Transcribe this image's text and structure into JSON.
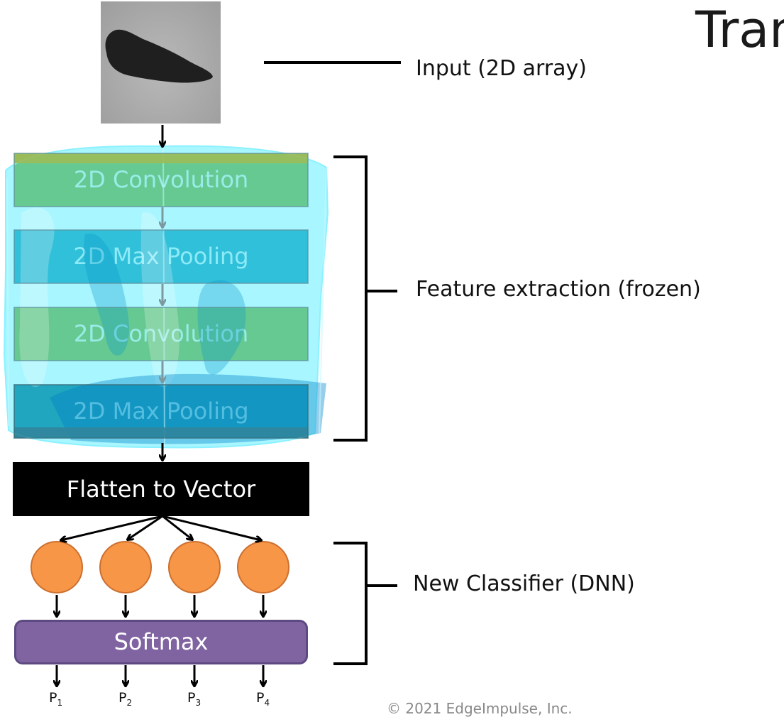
{
  "title": "Tran",
  "input_label": "Input (2D array)",
  "feature_label": "Feature extraction (frozen)",
  "classifier_label": "New Classifier (DNN)",
  "layers": [
    {
      "label": "2D Convolution",
      "color": "#9bbb59"
    },
    {
      "label": "2D Max Pooling",
      "color": "#4bacc6"
    },
    {
      "label": "2D Convolution",
      "color": "#9bbb59"
    },
    {
      "label": "2D Max Pooling",
      "color": "#31859c"
    }
  ],
  "flatten_label": "Flatten to Vector",
  "softmax_label": "Softmax",
  "outputs": [
    {
      "base": "P",
      "sub": "1"
    },
    {
      "base": "P",
      "sub": "2"
    },
    {
      "base": "P",
      "sub": "3"
    },
    {
      "base": "P",
      "sub": "4"
    }
  ],
  "neuron_count": 4,
  "colors": {
    "neuron": "#f79646",
    "softmax": "#8064a2",
    "ice_overlay": "#00e5ff",
    "flatten": "#000000"
  },
  "copyright": "© 2021 EdgeImpulse, Inc."
}
